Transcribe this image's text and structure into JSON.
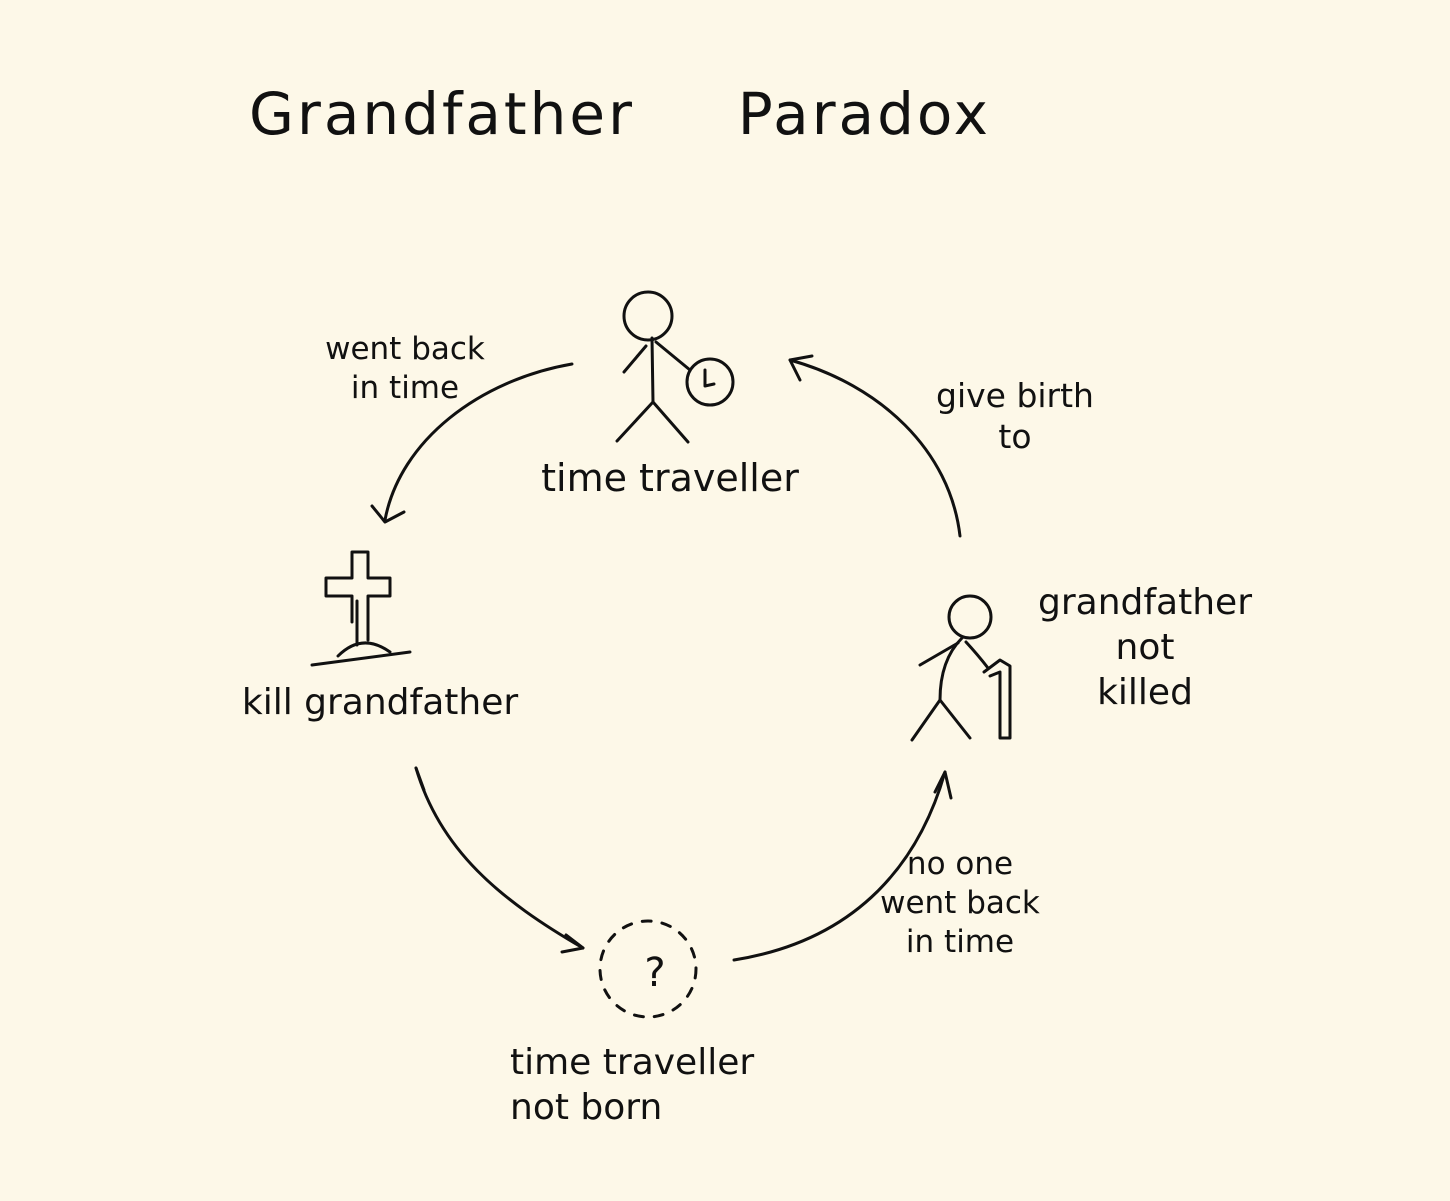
{
  "title": "Grandfather  Paradox",
  "nodes": {
    "time_traveller": "time traveller",
    "kill_grandfather": "kill grandfather",
    "grandfather_not_killed": "grandfather\nnot\nkilled",
    "time_traveller_not_born": "time traveller\nnot born"
  },
  "edges": {
    "went_back": "went back\nin time",
    "give_birth": "give birth\nto",
    "no_one_went_back": "no one\nwent back\nin time"
  },
  "unknown_symbol": "?",
  "colors": {
    "background": "#fdf8e8",
    "ink": "#111111"
  }
}
